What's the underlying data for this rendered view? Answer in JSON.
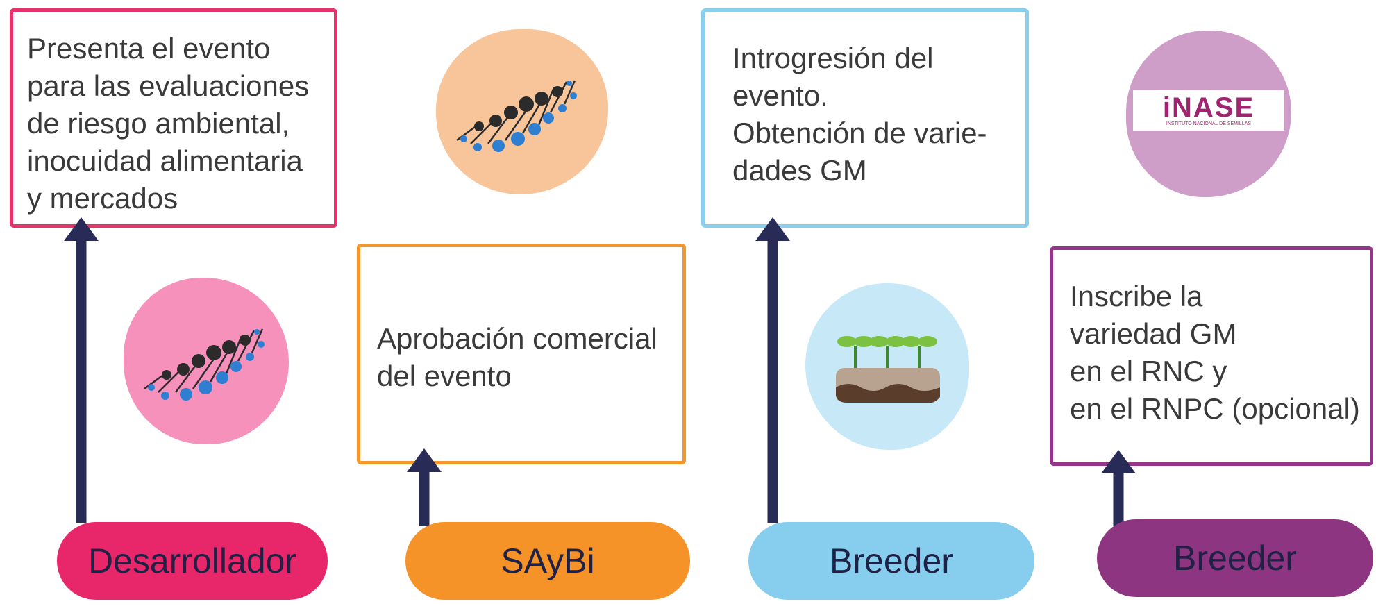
{
  "columns": [
    {
      "actor": "Desarrollador",
      "description": "Presenta el evento\npara las evaluaciones\nde riesgo ambiental,\ninocuidad alimentaria\ny mercados",
      "color": "#e8266a",
      "icon": "dna-icon"
    },
    {
      "actor": "SAyBi",
      "description": "Aprobación comercial\ndel evento",
      "color": "#f59228",
      "icon": "dna-icon"
    },
    {
      "actor": "Breeder",
      "description": "Introgresión del\nevento.\nObtención de varie-\ndades GM",
      "color": "#86cdee",
      "icon": "seedlings-icon"
    },
    {
      "actor": "Breeder",
      "description": "Inscribe la\nvariedad GM\nen el RNC y\nen el RNPC (opcional)",
      "color": "#8e3582",
      "icon": "inifap-logo"
    }
  ],
  "logo": {
    "word": "iNASE",
    "subtitle": "INSTITUTO NACIONAL DE SEMILLAS"
  }
}
